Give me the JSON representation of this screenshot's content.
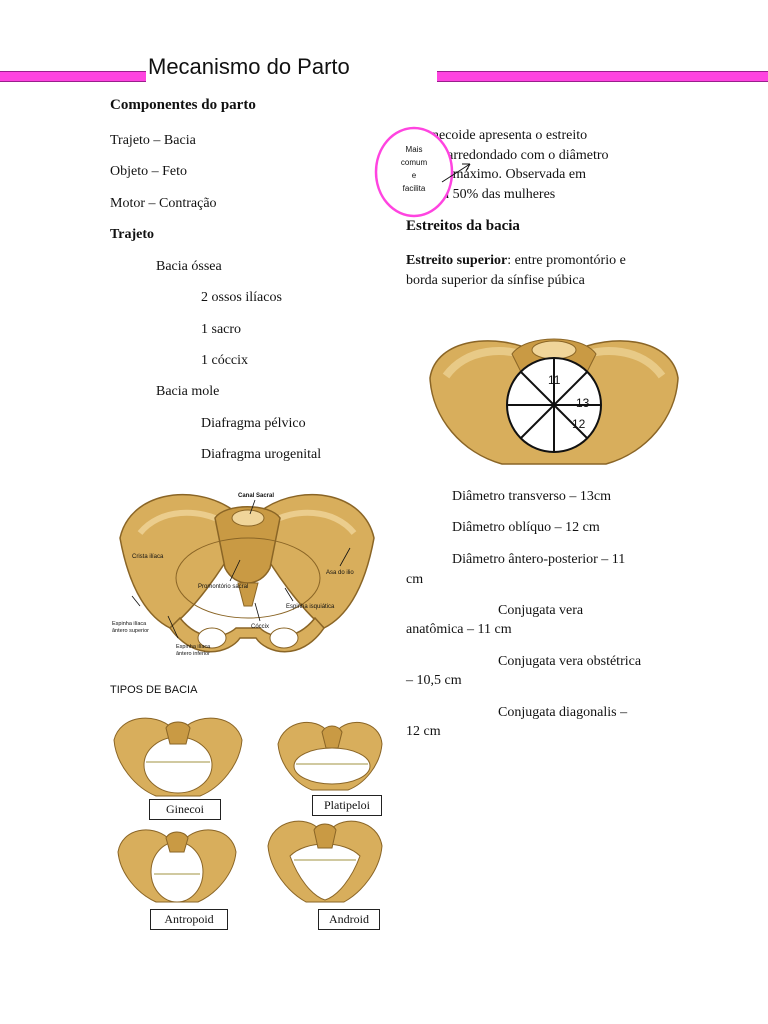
{
  "header": {
    "title": "Mecanismo do Parto",
    "rule_color": "#ff44e0"
  },
  "left": {
    "components_heading": "Componentes do parto",
    "components": [
      "Trajeto – Bacia",
      "Objeto – Feto",
      "Motor – Contração"
    ],
    "trajeto_heading": "Trajeto",
    "bacia_ossea": "Bacia óssea",
    "ossea_items": [
      "2 ossos ilíacos",
      "1 sacro",
      "1 cóccix"
    ],
    "bacia_mole": "Bacia mole",
    "mole_items": [
      "Diafragma pélvico",
      "Diafragma urogenital"
    ]
  },
  "pelvis_labels": {
    "canal_sacral": "Canal Sacral",
    "crista_iliaca": "Crista ilíaca",
    "asa_ilio": "Asa do ilio",
    "promontorio": "Promontório sacral",
    "espinha_isquiatica": "Espinha isquiática",
    "coccix": "Cóccix",
    "espinha_sup_1": "Espinha ilíaca",
    "espinha_sup_2": "ântero superior",
    "espinha_inf_1": "Espinha ilíaca",
    "espinha_inf_2": "ântero inferior"
  },
  "tipos": {
    "heading": "TIPOS DE BACIA",
    "labels": [
      "Ginecoi",
      "Platipeloi",
      "Antropoid",
      "Android"
    ]
  },
  "right": {
    "intro_lines": [
      "necoide apresenta o estreito",
      "or arredondado com o diâmetro",
      "rso máximo. Observada em",
      "em 50% das mulheres"
    ],
    "circle_note": [
      "Mais",
      "comum",
      "e",
      "facilita"
    ],
    "estreitos_heading": "Estreitos da bacia",
    "estreito_superior_label": "Estreito superior",
    "estreito_superior_text": ": entre promontório e",
    "estreito_superior_text2": "borda superior da sínfise púbica",
    "diagram_numbers": [
      "11",
      "13",
      "12"
    ],
    "diametros": [
      "Diâmetro transverso – 13cm",
      "Diâmetro oblíquo – 12 cm",
      "Diâmetro ântero-posterior – 11"
    ],
    "diametro_ap_cont": "cm",
    "conjugatas": [
      {
        "a": "Conjugata vera",
        "b": "anatômica – 11 cm"
      },
      {
        "a": "Conjugata vera obstétrica",
        "b": "– 10,5 cm"
      },
      {
        "a": "Conjugata diagonalis –",
        "b": "12 cm"
      }
    ]
  },
  "colors": {
    "bone": "#d8ae5c",
    "bone_dark": "#8a6526",
    "bone_light": "#f0d59a",
    "circle": "#ff44e0"
  }
}
